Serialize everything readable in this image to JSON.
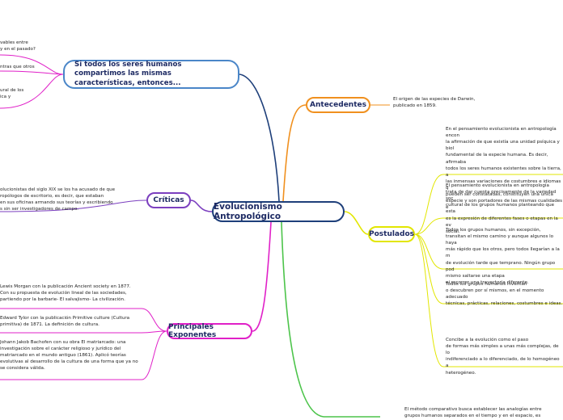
{
  "root": {
    "label": "Evolucionismo Antropológico"
  },
  "question_node": {
    "label": "Si todos los seres humanos compartimos las mismas características, entonces..."
  },
  "left_fragments": [
    "vables entre\ny en el pasado?",
    "ntras que otros",
    "ural de los\nica y"
  ],
  "antecedentes": {
    "label": "Antecedentes",
    "text": "El origen de las especies de Darwin,\npublicado en 1859."
  },
  "criticas": {
    "label": "Críticas",
    "text": "olucionistas del siglo XIX se los ha acusado de que\nropólogos de escritorio, es decir, que estaban\nen sus oficinas armando sus teorías y escribiendo\ns sin ser investigadores de campo."
  },
  "postulados": {
    "label": "Postulados",
    "items": [
      "En el pensamiento evolucionista en antropología encon\nla afirmación de que existía una unidad psíquica y biol\nfundamental de la especie humana. Es decir, afirmaba\ntodos los seres humanos existentes sobre la tierra, a\nlas inmensas variaciones de costumbres e idiomas q\npueden ser constatadas, constituyen una única\nespecie y son portadores de las mismas cualidades e",
      "El pensamiento evolucionista en antropología\n trata de dar cuenta precisamente de la variedad soc\ncultural de los grupos humanos planteando que esta\nes la expresión de diferentes fases o etapas en la ev\nsocial.",
      "Todos los grupos humanos, sin excepción,\n transitan el mismo camino y aunque algunos lo haya\nmás rápido que los otros, pero todos llegarían a la m\nde evolución tarde que temprano. Ningún grupo pod\nmismo saltarse una etapa\nni recorrer una trayectoria diferente.",
      "Todos los grupos humanos inventan\n o descubren por sí mismos, en el momento adecuado\ntécnicas, prácticas, relaciones, costumbres e ideas.",
      "Concibe a la evolución como el paso\n de formas más simples a unas más complejas, de lo\nindiferenciado a lo diferenciado, de lo homogéneo a\nheterogéneo."
    ]
  },
  "exponentes": {
    "label": "Principales Exponentes",
    "items": [
      "Lewis Morgan con la  publicación Ancient society en 1877.\nCon su propuesta de evolución lineal de las sociedades,\npartiendo por la barbarie- El salvajismo- La civilización.",
      "Edward Tylor con la publicación Primitive culture (Cultura\nprimitiva) de 1871. La definición de cultura.",
      "Johann Jakob Bachofen con su obra El matriarcado: una\ninvestigación sobre el carácter religioso y jurídico del\nmatriarcado en el mundo antiguo (1861). Aplicó teorías\nevolutivas al desarrollo de la cultura de una forma que ya no\nse considera válida."
    ]
  },
  "metodo": {
    "text": "El método comparativo busca establecer las analogías entre\ngrupos humanos separados en el tiempo y en el espacio, es"
  },
  "colors": {
    "root_border": "#1e3f7a",
    "question": "#4a86c8",
    "antecedentes": "#f0901e",
    "criticas": "#7b3fbf",
    "postulados": "#e2e600",
    "exponentes": "#e020c8",
    "metodo": "#4cc44a"
  }
}
